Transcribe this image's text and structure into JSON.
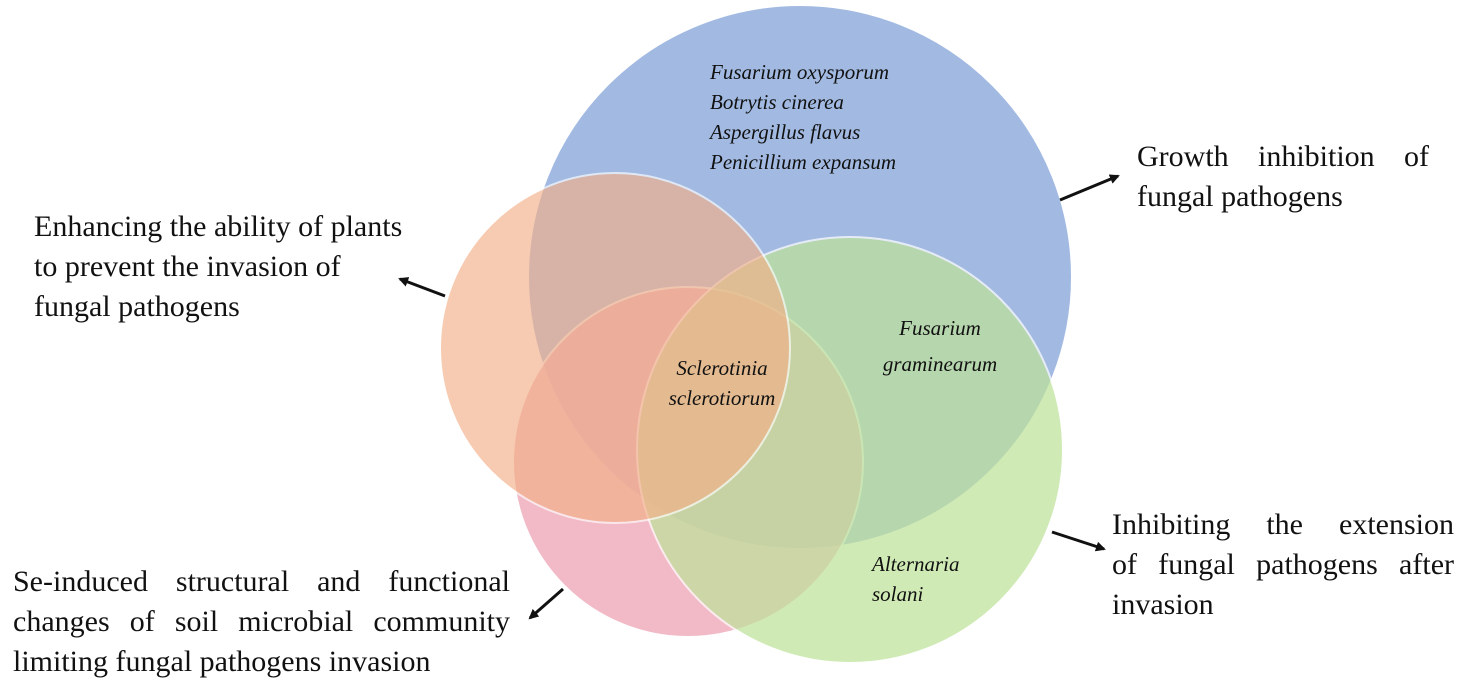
{
  "colors": {
    "growth_circle": "#99b3df",
    "enhance_circle": "#f4b088",
    "soil_circle": "#eea7b7",
    "extension_circle": "#bfe29a",
    "outline": "#ffffff",
    "arrow": "#111111",
    "text": "#111111"
  },
  "labels": {
    "growth": [
      "Growth inhibition of",
      "fungal pathogens"
    ],
    "enhance": [
      "Enhancing the ability of plants",
      "to prevent the invasion of",
      "fungal pathogens"
    ],
    "extension": [
      "Inhibiting the extension",
      "of fungal pathogens after",
      "invasion"
    ],
    "soil": [
      "Se-induced structural and functional",
      "changes of soil microbial community",
      "limiting fungal pathogens invasion"
    ]
  },
  "species": {
    "growth_only": [
      "Fusarium oxysporum",
      "Botrytis cinerea",
      "Aspergillus flavus",
      "Penicillium expansum"
    ],
    "growth_extension": [
      "Fusarium",
      "graminearum"
    ],
    "center": [
      "Sclerotinia",
      "sclerotiorum"
    ],
    "extension_only": [
      "Alternaria",
      "solani"
    ]
  }
}
